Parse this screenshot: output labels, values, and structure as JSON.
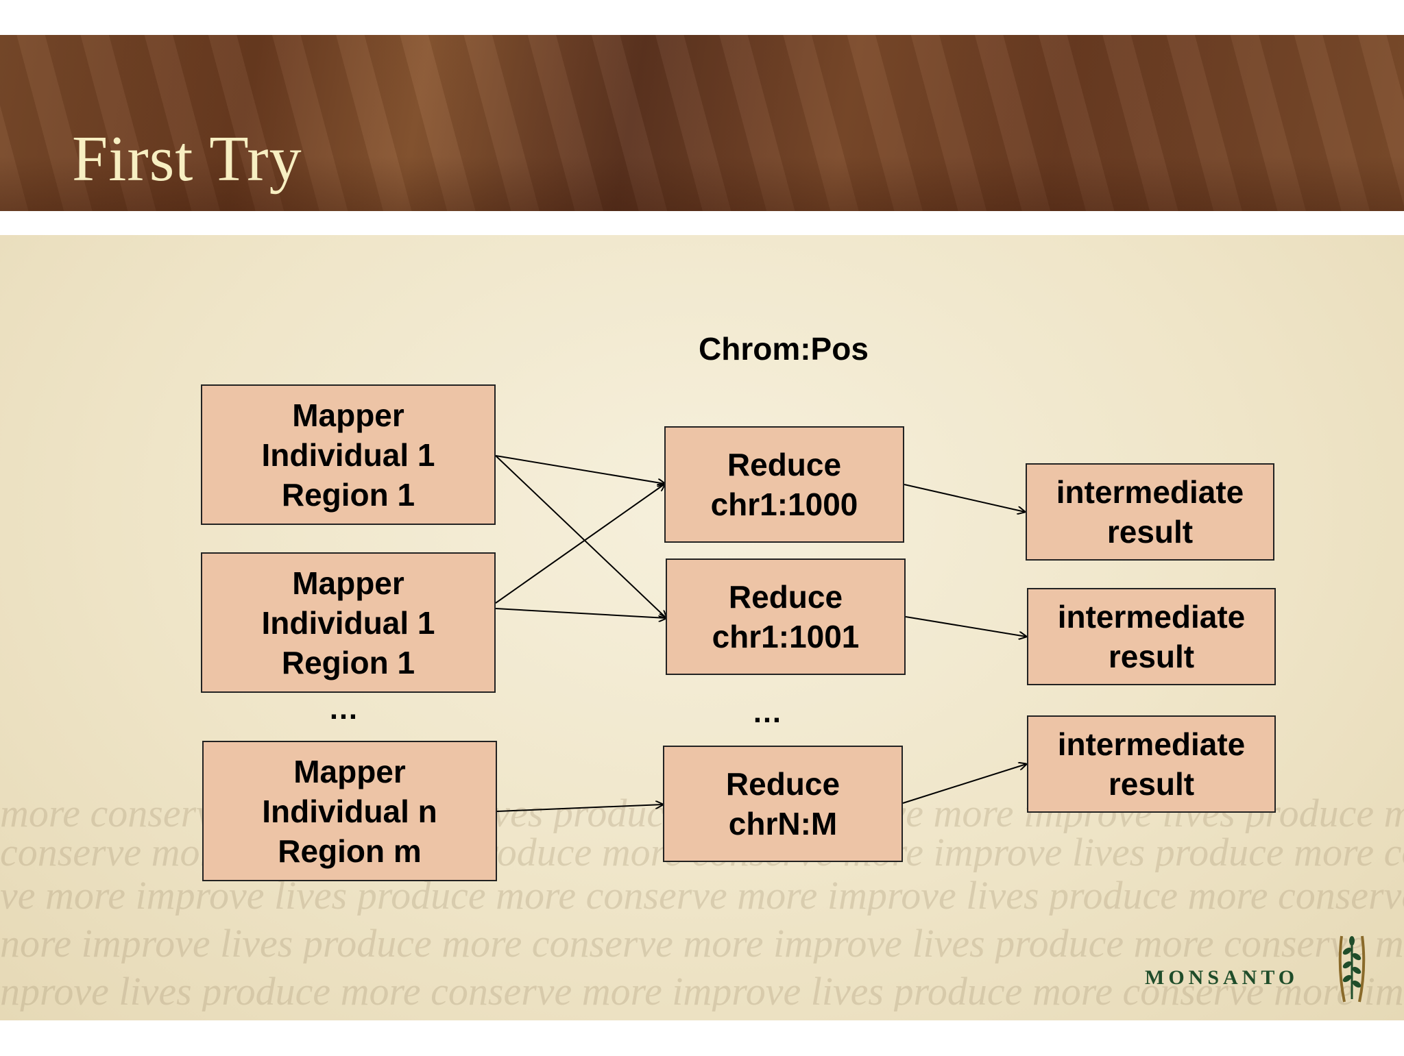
{
  "slide": {
    "title": "First Try"
  },
  "diagram": {
    "column_label": "Chrom:Pos",
    "mappers": [
      {
        "lines": [
          "Mapper",
          "Individual 1",
          "Region 1"
        ]
      },
      {
        "lines": [
          "Mapper",
          "Individual 1",
          "Region 1"
        ]
      },
      {
        "lines": [
          "Mapper",
          "Individual n",
          "Region m"
        ]
      }
    ],
    "reducers": [
      {
        "lines": [
          "Reduce",
          "chr1:1000"
        ]
      },
      {
        "lines": [
          "Reduce",
          "chr1:1001"
        ]
      },
      {
        "lines": [
          "Reduce",
          "chrN:M"
        ]
      }
    ],
    "results": [
      {
        "lines": [
          "intermediate",
          "result"
        ]
      },
      {
        "lines": [
          "intermediate",
          "result"
        ]
      },
      {
        "lines": [
          "intermediate",
          "result"
        ]
      }
    ],
    "ellipsis_mappers": "…",
    "ellipsis_reducers": "…",
    "edges": [
      {
        "from": "mapper-1",
        "to": "reducer-1"
      },
      {
        "from": "mapper-1",
        "to": "reducer-2"
      },
      {
        "from": "mapper-2",
        "to": "reducer-1"
      },
      {
        "from": "mapper-2",
        "to": "reducer-2"
      },
      {
        "from": "mapper-3",
        "to": "reducer-3"
      },
      {
        "from": "reducer-1",
        "to": "result-1"
      },
      {
        "from": "reducer-2",
        "to": "result-2"
      },
      {
        "from": "reducer-3",
        "to": "result-3"
      }
    ]
  },
  "background": {
    "tagline_lines": [
      "more conserve more improve lives produce more conserve more improve lives produce more",
      "conserve more improve lives produce more conserve more improve lives produce more conse",
      "ve more improve lives produce more conserve more improve lives produce more conserve mo",
      "nore improve lives produce more conserve more improve lives produce more conserve more im",
      "nprove lives produce more conserve more improve lives produce more conserve more improve"
    ]
  },
  "logo": {
    "text": "MONSANTO",
    "icon": "wheat-sprig-icon"
  }
}
